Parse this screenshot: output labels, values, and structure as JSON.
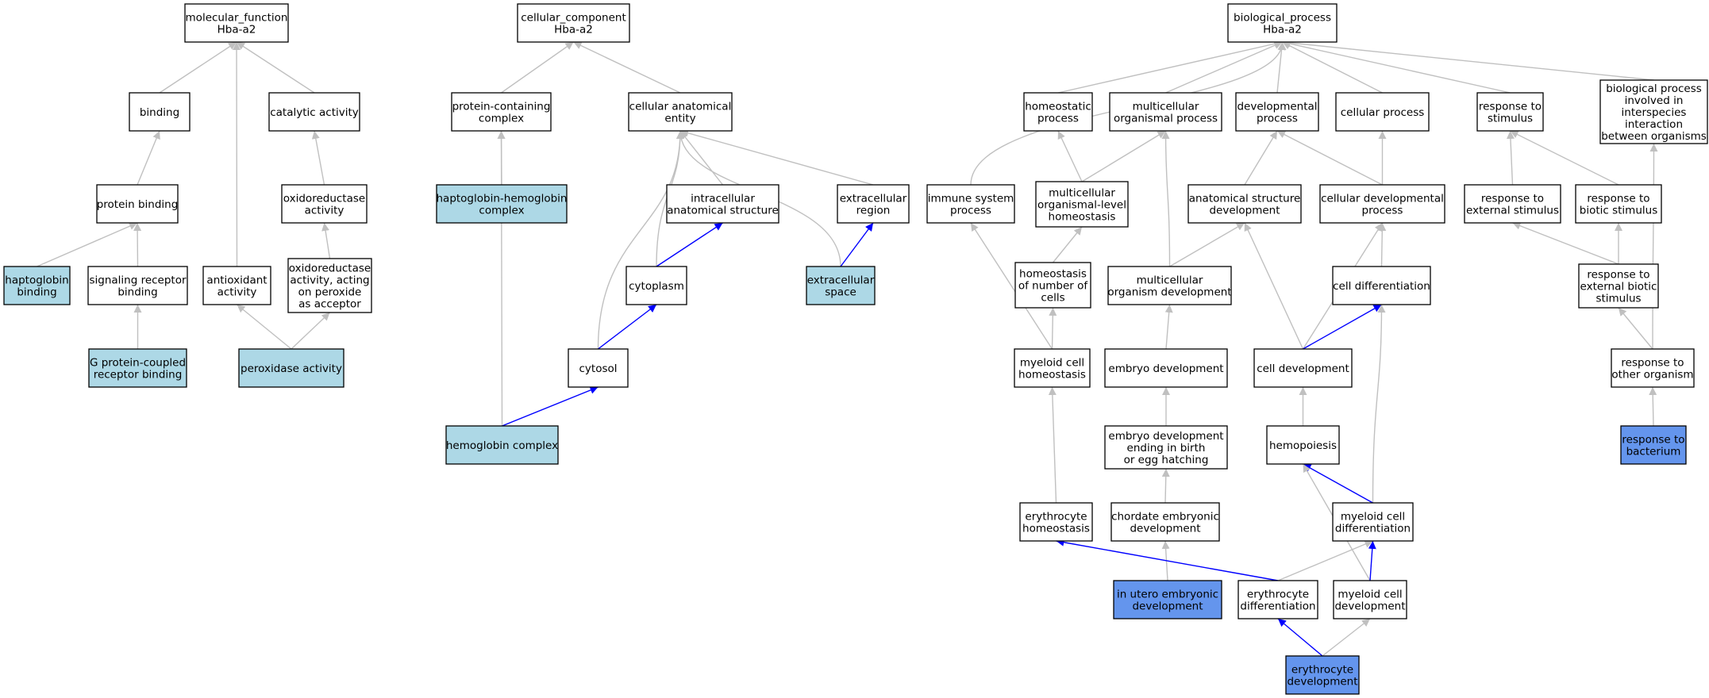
{
  "colors": {
    "default_fill": "#ffffff",
    "annotated_fill": "#add8e6",
    "query_fill": "#6495ed",
    "gray_edge": "#c0c0c0",
    "blue_edge": "#0000ff"
  },
  "nodes": [
    {
      "id": "mf",
      "lines": [
        "molecular_function",
        "Hba-a2"
      ],
      "style": "default"
    },
    {
      "id": "binding",
      "lines": [
        "binding"
      ],
      "style": "default"
    },
    {
      "id": "catalytic",
      "lines": [
        "catalytic activity"
      ],
      "style": "default"
    },
    {
      "id": "protbind",
      "lines": [
        "protein binding"
      ],
      "style": "default"
    },
    {
      "id": "oxred",
      "lines": [
        "oxidoreductase",
        "activity"
      ],
      "style": "default"
    },
    {
      "id": "hapbind",
      "lines": [
        "haptoglobin",
        "binding"
      ],
      "style": "annotated"
    },
    {
      "id": "sigrec",
      "lines": [
        "signaling receptor",
        "binding"
      ],
      "style": "default"
    },
    {
      "id": "antiox",
      "lines": [
        "antioxidant",
        "activity"
      ],
      "style": "default"
    },
    {
      "id": "oxperox",
      "lines": [
        "oxidoreductase",
        "activity, acting",
        "on peroxide",
        "as acceptor"
      ],
      "style": "default"
    },
    {
      "id": "gpcr",
      "lines": [
        "G protein-coupled",
        "receptor binding"
      ],
      "style": "annotated"
    },
    {
      "id": "perox",
      "lines": [
        "peroxidase activity"
      ],
      "style": "annotated"
    },
    {
      "id": "cc",
      "lines": [
        "cellular_component",
        "Hba-a2"
      ],
      "style": "default"
    },
    {
      "id": "protcomplex",
      "lines": [
        "protein-containing",
        "complex"
      ],
      "style": "default"
    },
    {
      "id": "cae",
      "lines": [
        "cellular anatomical",
        "entity"
      ],
      "style": "default"
    },
    {
      "id": "haphbcomplex",
      "lines": [
        "haptoglobin-hemoglobin",
        "complex"
      ],
      "style": "annotated"
    },
    {
      "id": "intracell",
      "lines": [
        "intracellular",
        "anatomical structure"
      ],
      "style": "default"
    },
    {
      "id": "extreg",
      "lines": [
        "extracellular",
        "region"
      ],
      "style": "default"
    },
    {
      "id": "cytoplasm",
      "lines": [
        "cytoplasm"
      ],
      "style": "default"
    },
    {
      "id": "extspace",
      "lines": [
        "extracellular",
        "space"
      ],
      "style": "annotated"
    },
    {
      "id": "cytosol",
      "lines": [
        "cytosol"
      ],
      "style": "default"
    },
    {
      "id": "hbcomplex",
      "lines": [
        "hemoglobin complex"
      ],
      "style": "annotated"
    },
    {
      "id": "bp",
      "lines": [
        "biological_process",
        "Hba-a2"
      ],
      "style": "default"
    },
    {
      "id": "homeoproc",
      "lines": [
        "homeostatic",
        "process"
      ],
      "style": "default"
    },
    {
      "id": "multiorg",
      "lines": [
        "multicellular",
        "organismal process"
      ],
      "style": "default"
    },
    {
      "id": "devproc",
      "lines": [
        "developmental",
        "process"
      ],
      "style": "default"
    },
    {
      "id": "cellproc",
      "lines": [
        "cellular process"
      ],
      "style": "default"
    },
    {
      "id": "respstim",
      "lines": [
        "response to",
        "stimulus"
      ],
      "style": "default"
    },
    {
      "id": "interspecies",
      "lines": [
        "biological process",
        "involved in",
        "interspecies",
        "interaction",
        "between organisms"
      ],
      "style": "default"
    },
    {
      "id": "immune",
      "lines": [
        "immune system",
        "process"
      ],
      "style": "default"
    },
    {
      "id": "mcohomeo",
      "lines": [
        "multicellular",
        "organismal-level",
        "homeostasis"
      ],
      "style": "default"
    },
    {
      "id": "asdev",
      "lines": [
        "anatomical structure",
        "development"
      ],
      "style": "default"
    },
    {
      "id": "celldevproc",
      "lines": [
        "cellular developmental",
        "process"
      ],
      "style": "default"
    },
    {
      "id": "respext",
      "lines": [
        "response to",
        "external stimulus"
      ],
      "style": "default"
    },
    {
      "id": "respbio",
      "lines": [
        "response to",
        "biotic stimulus"
      ],
      "style": "default"
    },
    {
      "id": "homeonum",
      "lines": [
        "homeostasis",
        "of number of",
        "cells"
      ],
      "style": "default"
    },
    {
      "id": "mcodev",
      "lines": [
        "multicellular",
        "organism development"
      ],
      "style": "default"
    },
    {
      "id": "celldiff",
      "lines": [
        "cell differentiation"
      ],
      "style": "default"
    },
    {
      "id": "respextbio",
      "lines": [
        "response to",
        "external biotic",
        "stimulus"
      ],
      "style": "default"
    },
    {
      "id": "myelohomeo",
      "lines": [
        "myeloid cell",
        "homeostasis"
      ],
      "style": "default"
    },
    {
      "id": "embdev",
      "lines": [
        "embryo development"
      ],
      "style": "default"
    },
    {
      "id": "celldev",
      "lines": [
        "cell development"
      ],
      "style": "default"
    },
    {
      "id": "respother",
      "lines": [
        "response to",
        "other organism"
      ],
      "style": "default"
    },
    {
      "id": "embbirth",
      "lines": [
        "embryo development",
        "ending in birth",
        "or egg hatching"
      ],
      "style": "default"
    },
    {
      "id": "hemopoiesis",
      "lines": [
        "hemopoiesis"
      ],
      "style": "default"
    },
    {
      "id": "respbact",
      "lines": [
        "response to",
        "bacterium"
      ],
      "style": "query"
    },
    {
      "id": "eryhomeo",
      "lines": [
        "erythrocyte",
        "homeostasis"
      ],
      "style": "default"
    },
    {
      "id": "chordate",
      "lines": [
        "chordate embryonic",
        "development"
      ],
      "style": "default"
    },
    {
      "id": "myelodiff",
      "lines": [
        "myeloid cell",
        "differentiation"
      ],
      "style": "default"
    },
    {
      "id": "inutero",
      "lines": [
        "in utero embryonic",
        "development"
      ],
      "style": "query"
    },
    {
      "id": "erydiff",
      "lines": [
        "erythrocyte",
        "differentiation"
      ],
      "style": "default"
    },
    {
      "id": "myelodev",
      "lines": [
        "myeloid cell",
        "development"
      ],
      "style": "default"
    },
    {
      "id": "erydev",
      "lines": [
        "erythrocyte",
        "development"
      ],
      "style": "query"
    }
  ],
  "edges": [
    {
      "from": "binding",
      "to": "mf",
      "color": "gray"
    },
    {
      "from": "catalytic",
      "to": "mf",
      "color": "gray"
    },
    {
      "from": "antiox",
      "to": "mf",
      "color": "gray"
    },
    {
      "from": "protbind",
      "to": "binding",
      "color": "gray"
    },
    {
      "from": "oxred",
      "to": "catalytic",
      "color": "gray"
    },
    {
      "from": "hapbind",
      "to": "protbind",
      "color": "gray"
    },
    {
      "from": "sigrec",
      "to": "protbind",
      "color": "gray"
    },
    {
      "from": "oxperox",
      "to": "oxred",
      "color": "gray"
    },
    {
      "from": "gpcr",
      "to": "sigrec",
      "color": "gray"
    },
    {
      "from": "perox",
      "to": "antiox",
      "color": "gray"
    },
    {
      "from": "perox",
      "to": "oxperox",
      "color": "gray"
    },
    {
      "from": "protcomplex",
      "to": "cc",
      "color": "gray"
    },
    {
      "from": "cae",
      "to": "cc",
      "color": "gray"
    },
    {
      "from": "haphbcomplex",
      "to": "protcomplex",
      "color": "gray"
    },
    {
      "from": "hbcomplex",
      "to": "protcomplex",
      "color": "gray"
    },
    {
      "from": "intracell",
      "to": "cae",
      "color": "gray"
    },
    {
      "from": "extreg",
      "to": "cae",
      "color": "gray"
    },
    {
      "from": "cytoplasm",
      "to": "cae",
      "color": "gray"
    },
    {
      "from": "cytosol",
      "to": "cae",
      "color": "gray"
    },
    {
      "from": "extspace",
      "to": "cae",
      "color": "gray"
    },
    {
      "from": "cytoplasm",
      "to": "intracell",
      "color": "blue"
    },
    {
      "from": "extspace",
      "to": "extreg",
      "color": "blue"
    },
    {
      "from": "cytosol",
      "to": "cytoplasm",
      "color": "blue"
    },
    {
      "from": "hbcomplex",
      "to": "cytosol",
      "color": "blue"
    },
    {
      "from": "homeoproc",
      "to": "bp",
      "color": "gray"
    },
    {
      "from": "multiorg",
      "to": "bp",
      "color": "gray"
    },
    {
      "from": "devproc",
      "to": "bp",
      "color": "gray"
    },
    {
      "from": "cellproc",
      "to": "bp",
      "color": "gray"
    },
    {
      "from": "respstim",
      "to": "bp",
      "color": "gray"
    },
    {
      "from": "interspecies",
      "to": "bp",
      "color": "gray"
    },
    {
      "from": "immune",
      "to": "bp",
      "color": "gray"
    },
    {
      "from": "mcohomeo",
      "to": "homeoproc",
      "color": "gray"
    },
    {
      "from": "mcohomeo",
      "to": "multiorg",
      "color": "gray"
    },
    {
      "from": "mcodev",
      "to": "multiorg",
      "color": "gray"
    },
    {
      "from": "asdev",
      "to": "devproc",
      "color": "gray"
    },
    {
      "from": "celldevproc",
      "to": "devproc",
      "color": "gray"
    },
    {
      "from": "celldevproc",
      "to": "cellproc",
      "color": "gray"
    },
    {
      "from": "respext",
      "to": "respstim",
      "color": "gray"
    },
    {
      "from": "respbio",
      "to": "respstim",
      "color": "gray"
    },
    {
      "from": "homeonum",
      "to": "mcohomeo",
      "color": "gray"
    },
    {
      "from": "mcodev",
      "to": "asdev",
      "color": "gray"
    },
    {
      "from": "celldev",
      "to": "asdev",
      "color": "gray"
    },
    {
      "from": "celldev",
      "to": "celldevproc",
      "color": "gray"
    },
    {
      "from": "celldiff",
      "to": "celldevproc",
      "color": "gray"
    },
    {
      "from": "respextbio",
      "to": "respext",
      "color": "gray"
    },
    {
      "from": "respextbio",
      "to": "respbio",
      "color": "gray"
    },
    {
      "from": "myelohomeo",
      "to": "homeonum",
      "color": "gray"
    },
    {
      "from": "myelohomeo",
      "to": "immune",
      "color": "gray"
    },
    {
      "from": "embdev",
      "to": "mcodev",
      "color": "gray"
    },
    {
      "from": "celldev",
      "to": "celldiff",
      "color": "blue"
    },
    {
      "from": "myelodiff",
      "to": "celldiff",
      "color": "gray"
    },
    {
      "from": "respother",
      "to": "respextbio",
      "color": "gray"
    },
    {
      "from": "respother",
      "to": "interspecies",
      "color": "gray"
    },
    {
      "from": "embbirth",
      "to": "embdev",
      "color": "gray"
    },
    {
      "from": "hemopoiesis",
      "to": "celldev",
      "color": "gray"
    },
    {
      "from": "respbact",
      "to": "respother",
      "color": "gray"
    },
    {
      "from": "eryhomeo",
      "to": "myelohomeo",
      "color": "gray"
    },
    {
      "from": "chordate",
      "to": "embbirth",
      "color": "gray"
    },
    {
      "from": "myelodiff",
      "to": "hemopoiesis",
      "color": "blue"
    },
    {
      "from": "myelodev",
      "to": "hemopoiesis",
      "color": "gray"
    },
    {
      "from": "inutero",
      "to": "chordate",
      "color": "gray"
    },
    {
      "from": "erydiff",
      "to": "eryhomeo",
      "color": "blue"
    },
    {
      "from": "erydiff",
      "to": "myelodiff",
      "color": "gray"
    },
    {
      "from": "myelodev",
      "to": "myelodiff",
      "color": "blue"
    },
    {
      "from": "erydev",
      "to": "erydiff",
      "color": "blue"
    },
    {
      "from": "erydev",
      "to": "myelodev",
      "color": "gray"
    }
  ]
}
